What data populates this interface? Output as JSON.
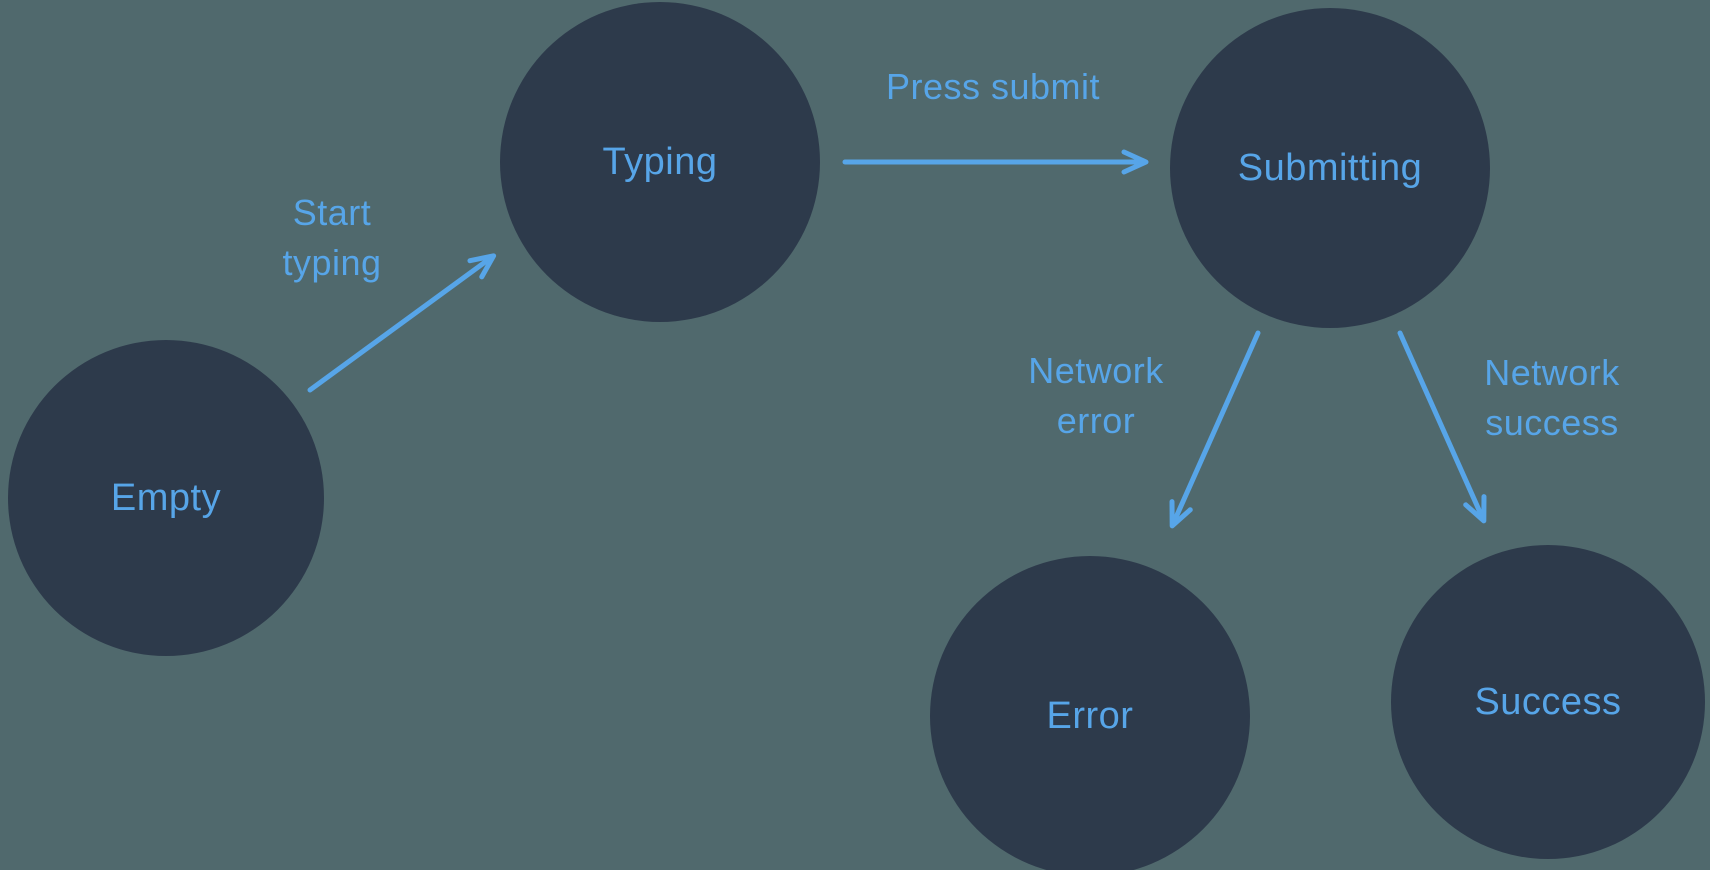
{
  "diagram": {
    "kind": "state-machine",
    "colors": {
      "background": "#50696D",
      "node_fill": "#2D3A4B",
      "accent_blue": "#57A5E8"
    },
    "nodes": [
      {
        "id": "empty",
        "label": "Empty"
      },
      {
        "id": "typing",
        "label": "Typing"
      },
      {
        "id": "submitting",
        "label": "Submitting"
      },
      {
        "id": "error",
        "label": "Error"
      },
      {
        "id": "success",
        "label": "Success"
      }
    ],
    "edges": [
      {
        "from": "empty",
        "to": "typing",
        "label": "Start\ntyping"
      },
      {
        "from": "typing",
        "to": "submitting",
        "label": "Press submit"
      },
      {
        "from": "submitting",
        "to": "error",
        "label": "Network\nerror"
      },
      {
        "from": "submitting",
        "to": "success",
        "label": "Network\nsuccess"
      }
    ]
  }
}
